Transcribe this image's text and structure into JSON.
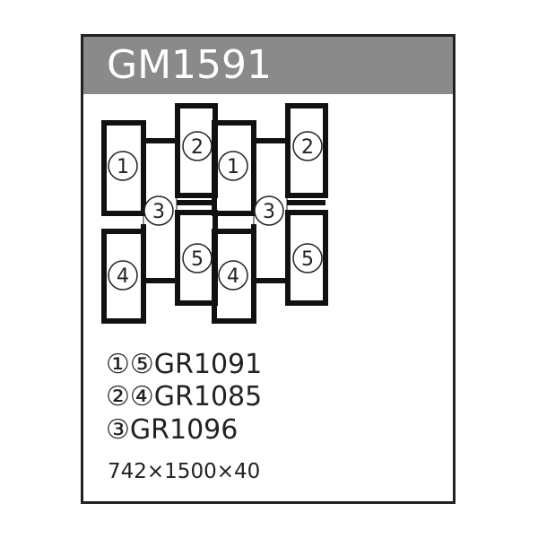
{
  "header": {
    "title": "GM1591"
  },
  "diagram": {
    "labels": [
      "1",
      "2",
      "3",
      "4",
      "5"
    ]
  },
  "legend": [
    {
      "text": "①⑤GR1091"
    },
    {
      "text": "②④GR1085"
    },
    {
      "text": "③GR1096"
    }
  ],
  "dimensions": "742×1500×40"
}
